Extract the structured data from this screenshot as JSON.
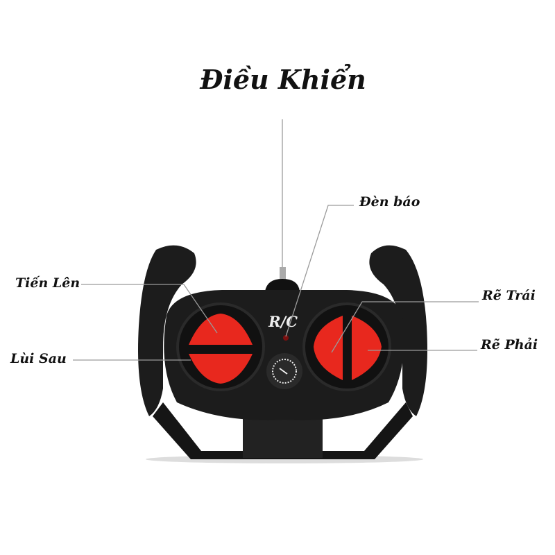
{
  "title": "Điều Khiển",
  "controller_logo": "R/C",
  "labels": {
    "indicator": "Đèn báo",
    "forward": "Tiến Lên",
    "backward": "Lùi Sau",
    "turn_left": "Rẽ Trái",
    "turn_right": "Rẽ Phải"
  },
  "colors": {
    "button": "#e8281e",
    "body": "#1c1c1c",
    "line": "#999999"
  }
}
